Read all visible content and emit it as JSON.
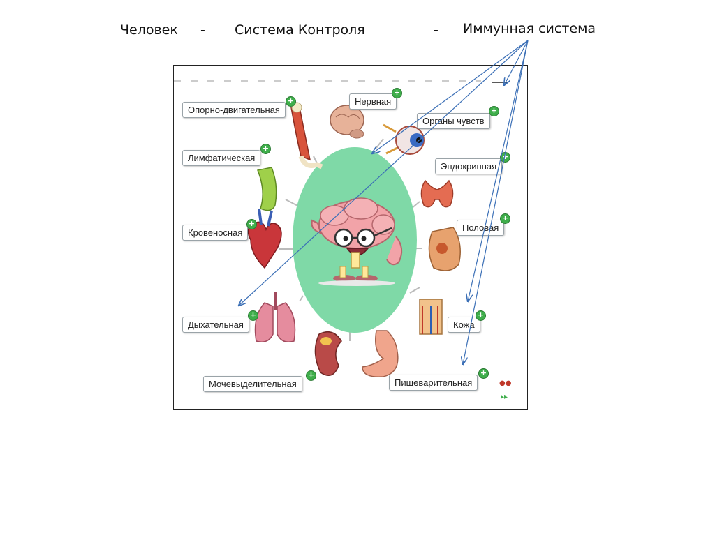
{
  "header": {
    "word_person": "Человек",
    "dash_1": "-",
    "word_control": "Система Контроля",
    "dash_2": "-",
    "word_immune": "Иммунная система"
  },
  "systems": {
    "musculoskeletal": "Опорно-двигательная",
    "nervous": "Нервная",
    "senses": "Органы чувств",
    "lymphatic": "Лимфатическая",
    "endocrine": "Эндокринная",
    "circulatory": "Кровеносная",
    "reproductive": "Половая",
    "respiratory": "Дыхательная",
    "skin": "Кожа",
    "urinary": "Мочевыделительная",
    "digestive": "Пищеварительная"
  },
  "colors": {
    "center_oval": "#7fd9a7",
    "arrow": "#3b6fb6",
    "plus_badge": "#3fae4b",
    "brain_mascot": "#f2a3a8"
  },
  "icons": {
    "plus": "+",
    "nav_dots": "●●",
    "nav_forward": "▸▸"
  }
}
